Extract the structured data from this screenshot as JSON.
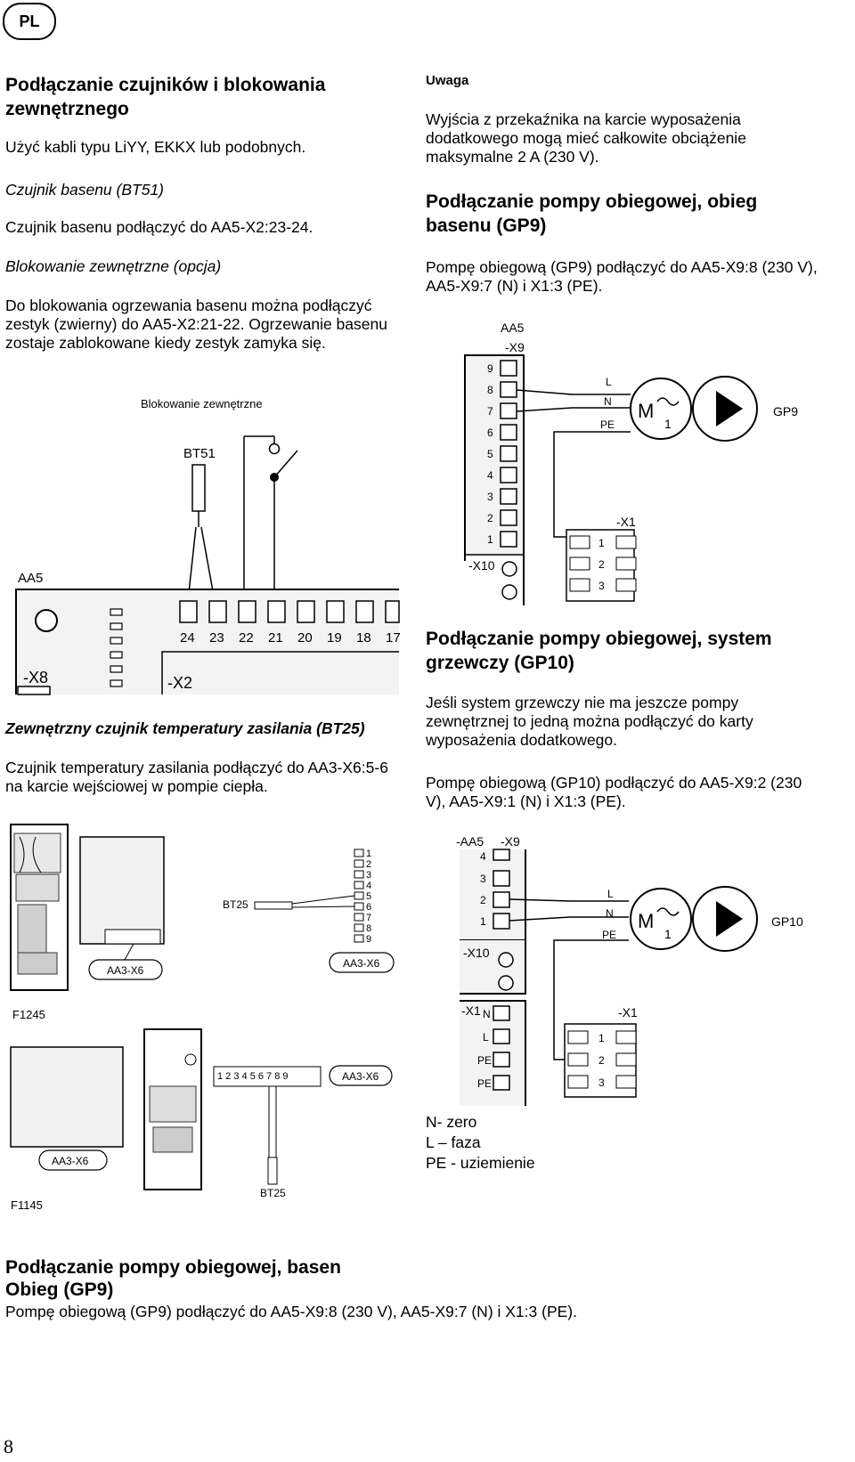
{
  "lang_badge": "PL",
  "left": {
    "h1": "Podłączanie czujników i blokowania zewnętrznego",
    "p_cables": "Użyć kabli typu LiYY, EKKX lub podobnych.",
    "bt51_title": "Czujnik basenu (BT51)",
    "bt51_text": "Czujnik basenu podłączyć do AA5-X2:23-24.",
    "block_title": "Blokowanie zewnętrzne (opcja)",
    "block_text": "Do blokowania ogrzewania basenu można podłączyć  zestyk (zwierny) do AA5-X2:21-22. Ogrzewanie basenu zostaje zablokowane kiedy zestyk zamyka się.",
    "fig1_caption": "Blokowanie zewnętrzne",
    "bt25_title": "Zewnętrzny czujnik temperatury zasilania (BT25)",
    "bt25_text": "Czujnik temperatury zasilania podłączyć do AA3-X6:5-6 na karcie wejściowej w pompie ciepła."
  },
  "right": {
    "uwaga_title": "Uwaga",
    "uwaga_text": "Wyjścia z przekaźnika na karcie wyposażenia dodatkowego mogą mieć całkowite obciążenie maksymalne 2 A (230 V).",
    "gp9_title": "Podłączanie pompy obiegowej, obieg basenu (GP9)",
    "gp9_text": "Pompę obiegową (GP9) podłączyć do AA5-X9:8 (230 V), AA5-X9:7 (N) i X1:3 (PE).",
    "gp10_title": "Podłączanie pompy obiegowej, system grzewczy (GP10)",
    "gp10_text1": "Jeśli system grzewczy nie ma jeszcze pompy zewnętrznej to jedną można podłączyć do karty wyposażenia dodatkowego.",
    "gp10_text2": "Pompę obiegową (GP10) podłączyć do AA5-X9:2 (230 V), AA5-X9:1 (N) i X1:3 (PE).",
    "legend_n": "N- zero",
    "legend_l": "L – faza",
    "legend_pe": "PE - uziemienie"
  },
  "bottom": {
    "title_line1": "Podłączanie pompy obiegowej, basen",
    "title_line2": "Obieg (GP9)",
    "text": "Pompę obiegową (GP9) podłączyć do AA5-X9:8 (230 V), AA5-X9:7 (N) i X1:3 (PE)."
  },
  "page_number": "8",
  "diag1": {
    "bt51": "BT51",
    "aa5": "AA5",
    "x8": "-X8",
    "x2": "-X2",
    "terminals": [
      "24",
      "23",
      "22",
      "21",
      "20",
      "19",
      "18",
      "17"
    ]
  },
  "diag2": {
    "aa5": "AA5",
    "x9": "-X9",
    "x10": "-X10",
    "x1": "-X1",
    "pins": [
      "9",
      "8",
      "7",
      "6",
      "5",
      "4",
      "3",
      "2",
      "1"
    ],
    "l": "L",
    "n": "N",
    "pe": "PE",
    "motor_m": "M",
    "motor_1": "1",
    "gp": "GP9",
    "x1_pins": [
      "1",
      "2",
      "3"
    ]
  },
  "diag3": {
    "bt25": "BT25",
    "aa3x6": "AA3-X6",
    "f1245": "F1245",
    "f1145": "F1145",
    "pins": [
      "1",
      "2",
      "3",
      "4",
      "5",
      "6",
      "7",
      "8",
      "9"
    ],
    "pins_h": "1 2 3 4 5 6 7 8 9"
  },
  "diag4": {
    "aa5": "-AA5",
    "x9": "-X9",
    "x10": "-X10",
    "x1": "-X1",
    "pins": [
      "4",
      "3",
      "2",
      "1"
    ],
    "x1_labels": [
      "N",
      "L",
      "PE",
      "PE"
    ],
    "l": "L",
    "n": "N",
    "pe": "PE",
    "motor_m": "M",
    "motor_1": "1",
    "gp": "GP10",
    "x1_pins": [
      "1",
      "2",
      "3"
    ]
  }
}
